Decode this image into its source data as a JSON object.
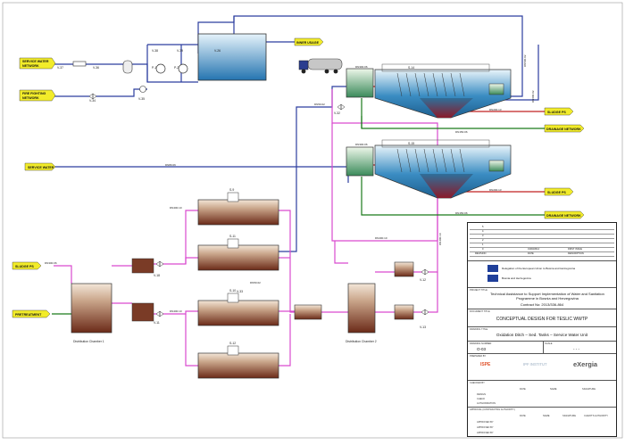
{
  "labels": {
    "service_water_network": [
      "SERVICE WATER",
      "NETWORK"
    ],
    "fire_fighting_network": [
      "FIRE FIGHTING",
      "NETWORK"
    ],
    "inner_usage": "INNER USAGE",
    "service_water": "SERVICE WATER",
    "sludge_ps_left": "SLUDGE PS",
    "pretreatment": "PRETREATMENT",
    "sludge_ps_top": "SLUDGE PS",
    "drainage_top": "DRAINAGE NETWORK",
    "sludge_ps_mid": "SLUDGE PS",
    "drainage_mid": "DRAINAGE NETWORK",
    "distribution_chamber_1": "Distribution Chamber 1",
    "distribution_chamber_2": "Distribution Chamber 2"
  },
  "tags": {
    "s14": "S-14",
    "s15": "S-15",
    "s11": "S-11",
    "s12": "S-12",
    "s9": "S-9",
    "s10": "S-10",
    "v26": "V-26",
    "p1": "P-1",
    "p2": "P-2",
    "v34": "V-34",
    "v35": "V-35",
    "v37": "V-37",
    "v36": "V-36",
    "v38": "V-38",
    "v39": "V-39",
    "v32": "V-32",
    "v18": "V-18",
    "v11": "V-11",
    "v12": "V-12",
    "v13": "V-13",
    "v33": "V-33"
  },
  "pipes": {
    "dn300_top": "DN300.06",
    "dn300_mid": "DN300.06",
    "dn200_a": "DN200.13",
    "dn200_b": "DN200.13",
    "dn150_a": "DN150.06",
    "dn150_b": "DN150.06",
    "dn80_service": "DN80.06",
    "dn400_a": "DN400.10",
    "dn400_b": "DN400.10",
    "dn400_c": "DN400.10",
    "dn300_dist": "DN300.06",
    "dn50_a": "DN50.02",
    "dn50_b": "DN50.02",
    "dn500_right": "DN500.02",
    "dn600_right": "DN600.02",
    "dn400_vert": "DN400.10"
  },
  "title_block": {
    "revision_rows": [
      "5",
      "4",
      "3",
      "2",
      "1",
      "0"
    ],
    "rev_cols": [
      "REVISION",
      "DATE",
      "DESCRIPTION"
    ],
    "rev0_date": "31/03/2014",
    "rev0_desc": "FIRST ISSUE",
    "client_line1": "Delegation of the European Union to Bosnia and Herzegovina",
    "client_line2": "Bosnia and Herzegovina",
    "project_label": "PROJECT TITLE",
    "project_title": "Technical Assistance to Support Implementation of Water and Sanitation Programme in Bosnia and Herzegovina",
    "contract_no": "Contract No: 2013/336-864",
    "document_label": "DOCUMENT TITLE",
    "document_title": "CONCEPTUAL DESIGN FOR TESLIC WWTP",
    "drawing_label": "DRAWING TITLE",
    "drawing_title": "Oxidation Ditch – Sed. Tanks – Service Water Unit",
    "drawing_no_label": "DRAWING NUMBER",
    "drawing_no": "O-03",
    "scale_label": "SCALE",
    "scale_value": "- - -",
    "prepared_label": "PREPARED BY",
    "logo1": "ISPE",
    "logo2": "IPF INSTITUT",
    "logo3": "eXergia",
    "checked_label": "CHECKED BY",
    "col_date": "DATE",
    "col_name": "NAME",
    "col_signature": "SIGNATURE",
    "row_designed": "DESIGN",
    "row_check": "CHECK",
    "row_authorization": "AUTHORIZATION",
    "approval_label": "APPROVAL (CONTRACTING AUTHORITY)",
    "col_client": "CLIENT'S AUTHORITY",
    "approval_rows": [
      "APPROVED BY",
      "APPROVED BY",
      "APPROVED BY"
    ]
  },
  "colors": {
    "water_blue": "#2d7fb8",
    "sludge_brown": "#7a3b26",
    "pipe_blue": "#2c3e9f",
    "pipe_magenta": "#d94bcf",
    "pipe_green": "#1a7a1a",
    "pipe_red": "#c02020",
    "label_yellow": "#f2ec2a"
  }
}
